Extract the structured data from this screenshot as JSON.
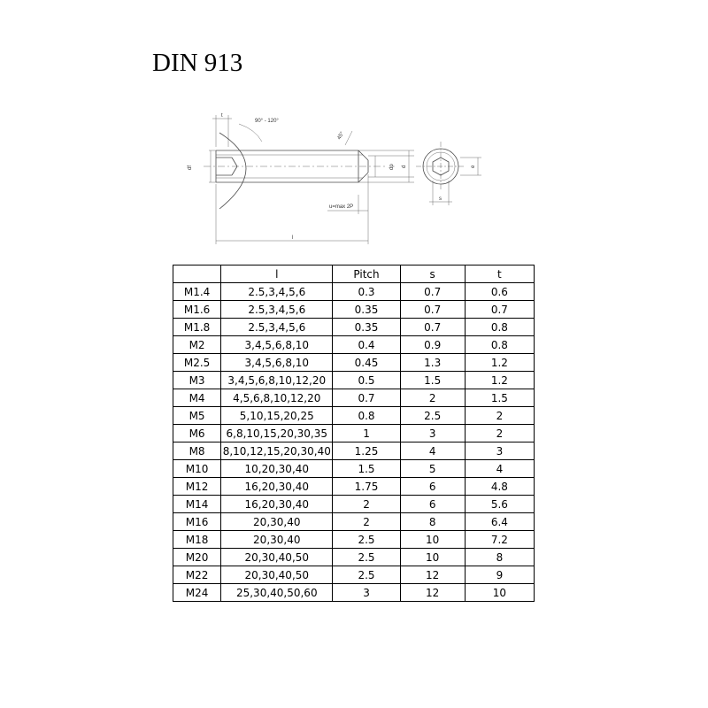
{
  "document": {
    "title": "DIN 913"
  },
  "drawing": {
    "labels": {
      "chamfer_angle": "90° - 120°",
      "tip_angle": "45°",
      "u_label": "u=max 2P",
      "length_label": "l",
      "t_label": "t",
      "df_label": "df",
      "dp_label": "dp",
      "d_label": "d",
      "e_label": "e",
      "s_label": "s"
    }
  },
  "table": {
    "headers": [
      "",
      "l",
      "Pitch",
      "s",
      "t"
    ],
    "rows": [
      {
        "size": "M1.4",
        "l": "2.5,3,4,5,6",
        "pitch": "0.3",
        "s": "0.7",
        "t": "0.6"
      },
      {
        "size": "M1.6",
        "l": "2.5,3,4,5,6",
        "pitch": "0.35",
        "s": "0.7",
        "t": "0.7"
      },
      {
        "size": "M1.8",
        "l": "2.5,3,4,5,6",
        "pitch": "0.35",
        "s": "0.7",
        "t": "0.8"
      },
      {
        "size": "M2",
        "l": "3,4,5,6,8,10",
        "pitch": "0.4",
        "s": "0.9",
        "t": "0.8"
      },
      {
        "size": "M2.5",
        "l": "3,4,5,6,8,10",
        "pitch": "0.45",
        "s": "1.3",
        "t": "1.2"
      },
      {
        "size": "M3",
        "l": "3,4,5,6,8,10,12,20",
        "pitch": "0.5",
        "s": "1.5",
        "t": "1.2"
      },
      {
        "size": "M4",
        "l": "4,5,6,8,10,12,20",
        "pitch": "0.7",
        "s": "2",
        "t": "1.5"
      },
      {
        "size": "M5",
        "l": "5,10,15,20,25",
        "pitch": "0.8",
        "s": "2.5",
        "t": "2"
      },
      {
        "size": "M6",
        "l": "6,8,10,15,20,30,35",
        "pitch": "1",
        "s": "3",
        "t": "2"
      },
      {
        "size": "M8",
        "l": "8,10,12,15,20,30,40",
        "pitch": "1.25",
        "s": "4",
        "t": "3"
      },
      {
        "size": "M10",
        "l": "10,20,30,40",
        "pitch": "1.5",
        "s": "5",
        "t": "4"
      },
      {
        "size": "M12",
        "l": "16,20,30,40",
        "pitch": "1.75",
        "s": "6",
        "t": "4.8"
      },
      {
        "size": "M14",
        "l": "16,20,30,40",
        "pitch": "2",
        "s": "6",
        "t": "5.6"
      },
      {
        "size": "M16",
        "l": "20,30,40",
        "pitch": "2",
        "s": "8",
        "t": "6.4"
      },
      {
        "size": "M18",
        "l": "20,30,40",
        "pitch": "2.5",
        "s": "10",
        "t": "7.2"
      },
      {
        "size": "M20",
        "l": "20,30,40,50",
        "pitch": "2.5",
        "s": "10",
        "t": "8"
      },
      {
        "size": "M22",
        "l": "20,30,40,50",
        "pitch": "2.5",
        "s": "12",
        "t": "9"
      },
      {
        "size": "M24",
        "l": "25,30,40,50,60",
        "pitch": "3",
        "s": "12",
        "t": "10"
      }
    ]
  }
}
